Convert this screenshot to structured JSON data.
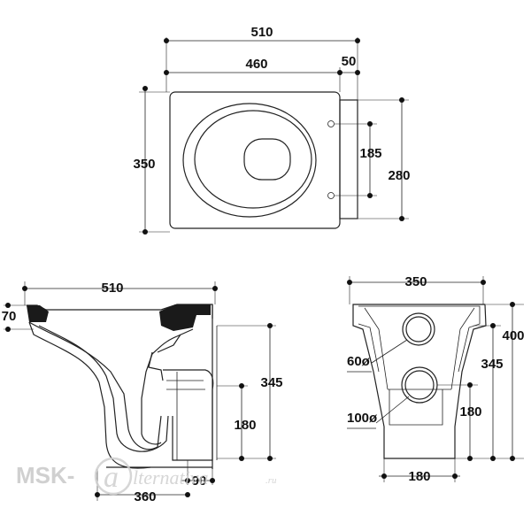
{
  "top_view": {
    "dim_overall_width": "510",
    "dim_bowl_width": "460",
    "dim_tab_width": "50",
    "dim_depth": "350",
    "dim_hole_spacing": "185",
    "dim_tab_height": "280"
  },
  "side_view": {
    "dim_width": "510",
    "dim_rim": "70",
    "dim_height": "345",
    "dim_outlet_height": "180",
    "dim_outlet_offset": "90",
    "dim_outlet_distance": "360"
  },
  "front_view": {
    "dim_width": "350",
    "dim_total_height": "400",
    "dim_height": "345",
    "dim_outlet_height": "180",
    "dim_base_width": "180",
    "inlet_label": "60ø",
    "outlet_label": "100ø"
  },
  "watermark": {
    "brand": "MSK-",
    "script": "lternativa",
    "domain": ".ru"
  }
}
